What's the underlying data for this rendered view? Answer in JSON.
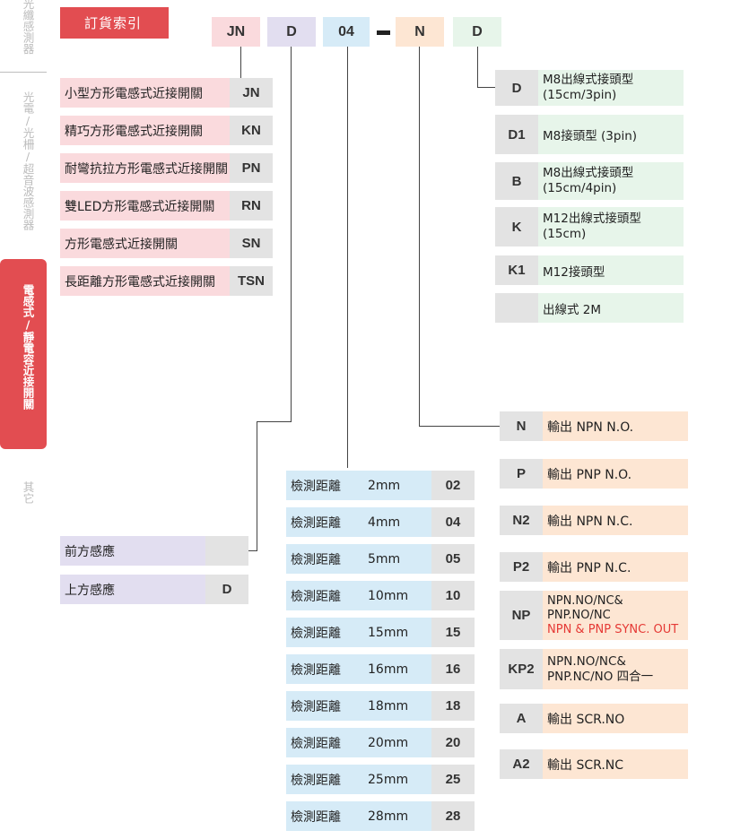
{
  "sidebar": {
    "items": [
      {
        "label": "光纖感測器"
      },
      {
        "label": "光電/光柵/超音波感測器"
      },
      {
        "label": "電感式/靜電容近接開關",
        "active": true
      },
      {
        "label": "其它"
      }
    ]
  },
  "header": {
    "title": "訂貨索引"
  },
  "codes": [
    {
      "value": "JN"
    },
    {
      "value": "D"
    },
    {
      "value": "04"
    },
    {
      "value": "-"
    },
    {
      "value": "N"
    },
    {
      "value": "D"
    }
  ],
  "models": [
    {
      "label": "小型方形電感式近接開關",
      "code": "JN"
    },
    {
      "label": "精巧方形電感式近接開關",
      "code": "KN"
    },
    {
      "label": "耐彎抗拉方形電感式近接開關",
      "code": "PN"
    },
    {
      "label": "雙LED方形電感式近接開關",
      "code": "RN"
    },
    {
      "label": "方形電感式近接開關",
      "code": "SN"
    },
    {
      "label": "長距離方形電感式近接開關",
      "code": "TSN"
    }
  ],
  "connections": [
    {
      "code": "D",
      "line1": "M8出線式接頭型",
      "line2": "(15cm/3pin)"
    },
    {
      "code": "D1",
      "line1": "M8接頭型 (3pin)",
      "line2": ""
    },
    {
      "code": "B",
      "line1": "M8出線式接頭型",
      "line2": "(15cm/4pin)"
    },
    {
      "code": "K",
      "line1": "M12出線式接頭型",
      "line2": "(15cm)"
    },
    {
      "code": "K1",
      "line1": "M12接頭型",
      "line2": ""
    },
    {
      "code": "",
      "line1": "出線式 2M",
      "line2": ""
    }
  ],
  "sensing_faces": [
    {
      "label": "前方感應",
      "code": ""
    },
    {
      "label": "上方感應",
      "code": "D"
    }
  ],
  "distances": {
    "label": "檢測距離",
    "items": [
      {
        "value": "2mm",
        "code": "02"
      },
      {
        "value": "4mm",
        "code": "04"
      },
      {
        "value": "5mm",
        "code": "05"
      },
      {
        "value": "10mm",
        "code": "10"
      },
      {
        "value": "15mm",
        "code": "15"
      },
      {
        "value": "16mm",
        "code": "16"
      },
      {
        "value": "18mm",
        "code": "18"
      },
      {
        "value": "20mm",
        "code": "20"
      },
      {
        "value": "25mm",
        "code": "25"
      },
      {
        "value": "28mm",
        "code": "28"
      }
    ]
  },
  "outputs": [
    {
      "code": "N",
      "line1": "輸出 NPN N.O.",
      "line2": "",
      "line3": ""
    },
    {
      "code": "P",
      "line1": "輸出 PNP N.O.",
      "line2": "",
      "line3": ""
    },
    {
      "code": "N2",
      "line1": "輸出 NPN N.C.",
      "line2": "",
      "line3": ""
    },
    {
      "code": "P2",
      "line1": "輸出 PNP N.C.",
      "line2": "",
      "line3": ""
    },
    {
      "code": "NP",
      "line1": "NPN.NO/NC&",
      "line2": "PNP.NO/NC",
      "line3": "NPN & PNP SYNC. OUT"
    },
    {
      "code": "KP2",
      "line1": "NPN.NO/NC&",
      "line2": "PNP.NC/NO 四合一",
      "line3": ""
    },
    {
      "code": "A",
      "line1": "輸出 SCR.NO",
      "line2": "",
      "line3": ""
    },
    {
      "code": "A2",
      "line1": "輸出 SCR.NC",
      "line2": "",
      "line3": ""
    }
  ],
  "colors": {
    "accent": "#e24d51",
    "model_bg": "#fadadd",
    "face_bg": "#e2def0",
    "distance_bg": "#d6ebf7",
    "output_bg": "#fde6d3",
    "connection_bg": "#e7f5ea",
    "code_bg": "#e3e3e3",
    "highlight_text": "#e53935"
  }
}
